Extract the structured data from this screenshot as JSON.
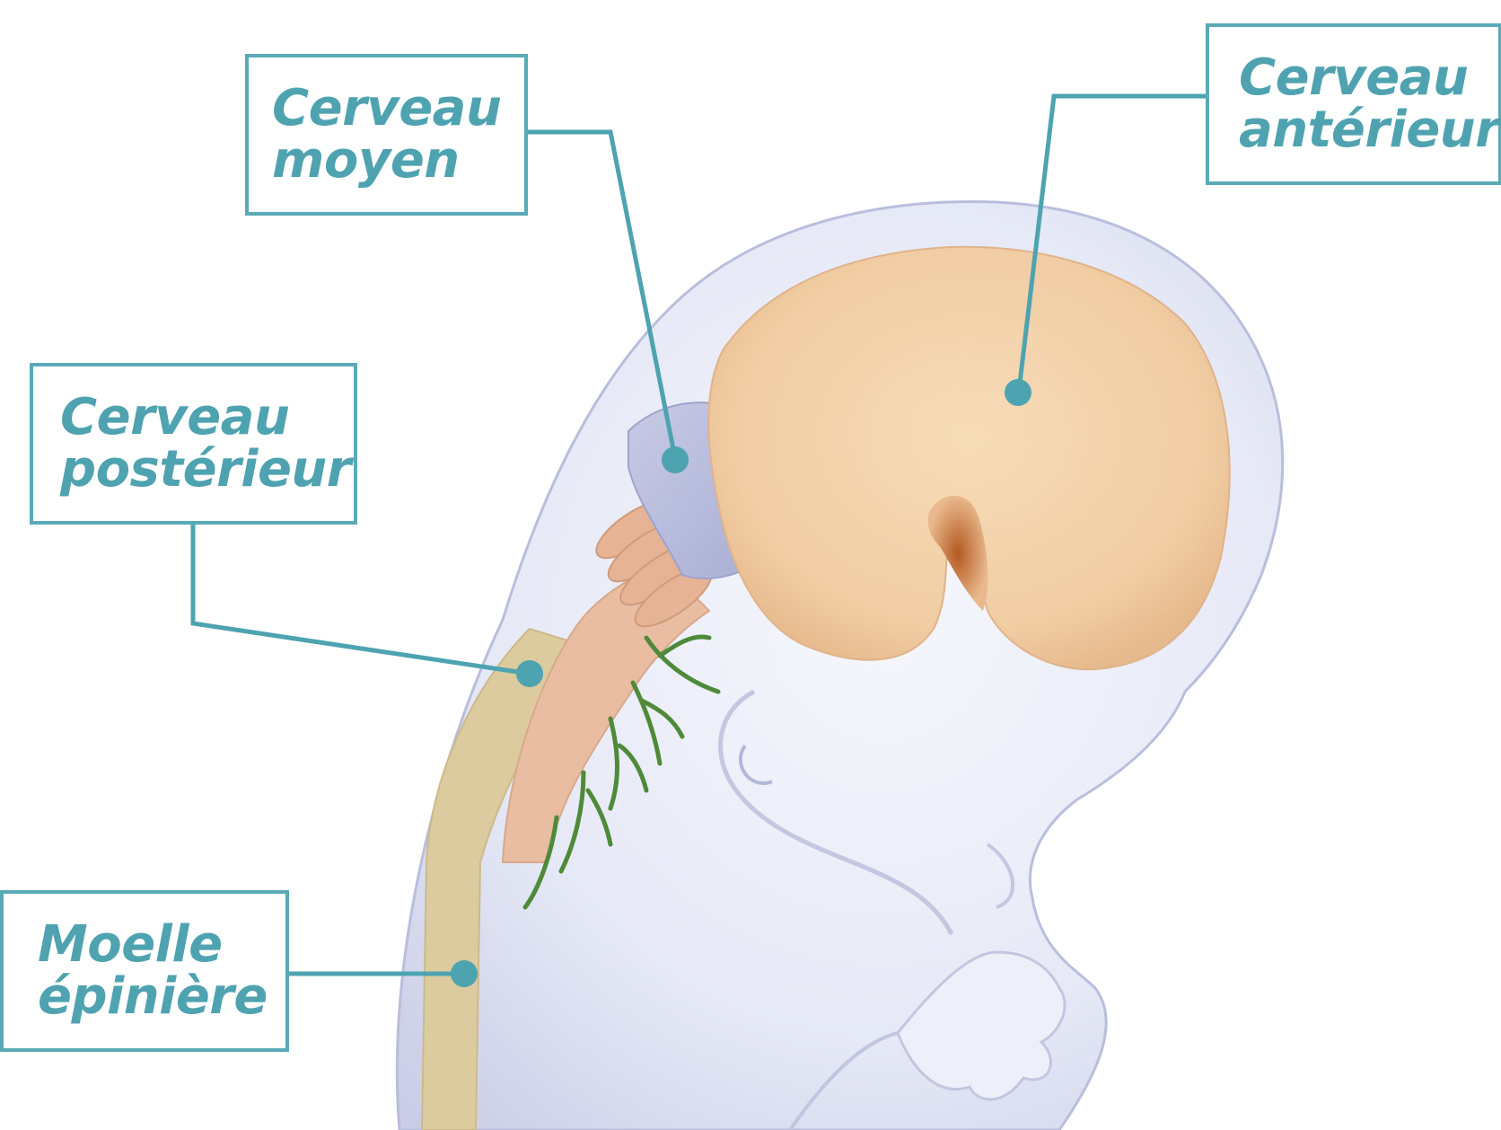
{
  "labels": {
    "cerveau_moyen": {
      "line1": "Cerveau",
      "line2": "moyen"
    },
    "cerveau_anterieur": {
      "line1": "Cerveau",
      "line2": "antérieur"
    },
    "cerveau_posterieur": {
      "line1": "Cerveau",
      "line2": "postérieur"
    },
    "moelle_epiniere": {
      "line1": "Moelle",
      "line2": "épinière"
    }
  },
  "colors": {
    "leader_line": "#4ea3b1",
    "label_text": "#4fa3b0",
    "body_fill": "#e3e6f5",
    "forebrain": "#f2cfa6",
    "midbrain": "#b9bddc",
    "hindbrain": "#e8b89c",
    "spinal_cord": "#d9c89c",
    "nerves": "#4e8a3a"
  },
  "icons": [
    "embryo-illustration"
  ]
}
